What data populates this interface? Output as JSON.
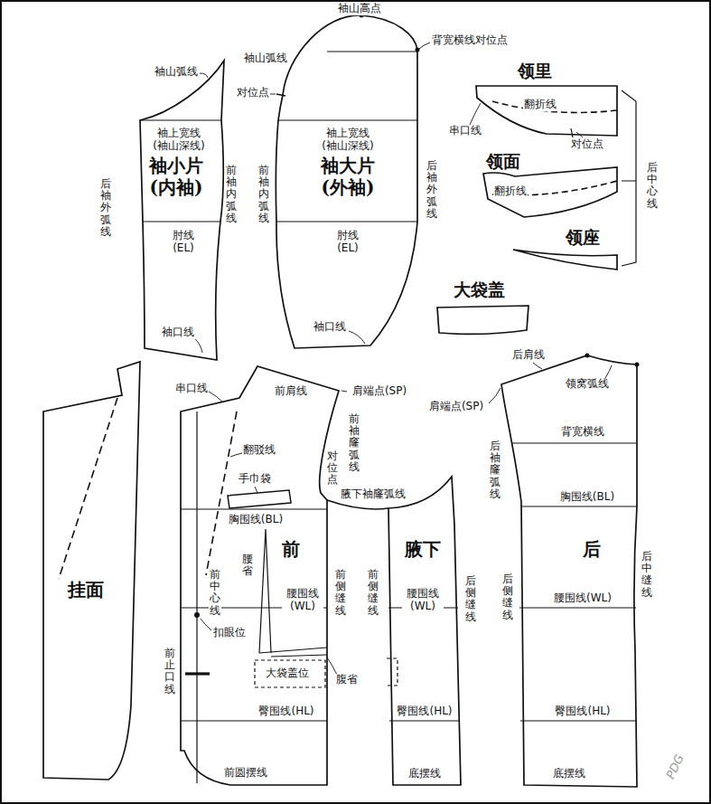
{
  "diagram": {
    "nodes": [
      {
        "text": [
          "袖小片 (内袖)"
        ]
      },
      {
        "text": [
          "袖大片 (外袖)"
        ]
      },
      {
        "text": [
          "领里"
        ]
      },
      {
        "text": [
          "领面"
        ]
      },
      {
        "text": [
          "领座"
        ]
      },
      {
        "text": [
          "大袋盖"
        ]
      },
      {
        "text": [
          "挂面"
        ]
      },
      {
        "text": [
          "前"
        ]
      },
      {
        "text": [
          "腋下"
        ]
      },
      {
        "text": [
          "后"
        ]
      }
    ],
    "labels": [
      "袖山高点",
      "袖山弧线",
      "袖山弧线",
      "背宽横线对位点",
      "对位点",
      "袖上宽线 (袖山深线)",
      "袖上宽线 (袖山深线)",
      "后袖外弧线",
      "前袖内弧线",
      "前袖内弧线",
      "后袖外弧线",
      "肘线 (EL)",
      "肘线 (EL)",
      "袖口线",
      "袖口线",
      "翻折线",
      "串口线",
      "对位点",
      "翻折线",
      "后中心线",
      "串口线",
      "前肩线",
      "肩端点(SP)",
      "前袖窿弧线",
      "对位点",
      "翻驳线",
      "手巾袋",
      "腋下袖窿弧线",
      "胸围线(BL)",
      "腰省",
      "前中心线",
      "腰围线 (WL)",
      "前侧缝线",
      "扣眼位",
      "前止口线",
      "大袋盖位",
      "腹省",
      "臀围线(HL)",
      "前圆摆线",
      "前侧缝线",
      "腰围线 (WL)",
      "后侧缝线",
      "臀围线(HL)",
      "底摆线",
      "后肩线",
      "领窝弧线",
      "肩端点(SP)",
      "背宽横线",
      "后袖窿弧线",
      "胸围线(BL)",
      "后中缝线",
      "后侧缝线",
      "腰围线(WL)",
      "臀围线(HL)",
      "底摆线",
      "PDG"
    ]
  }
}
